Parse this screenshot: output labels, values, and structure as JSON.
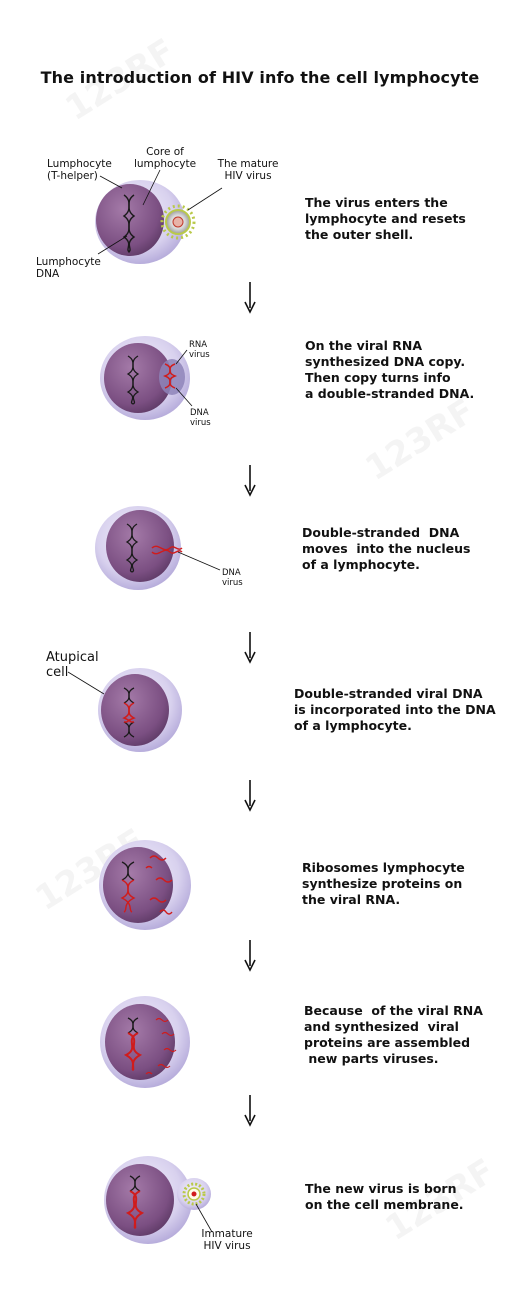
{
  "title": "The  introduction of HIV info the cell lymphocyte",
  "labels": {
    "lymphocyte": "Lumphocyte\n(T-helper)",
    "core": "Core of\nlumphocyte",
    "mature_virus": "The mature\nHIV virus",
    "lymphocyte_dna": "Lumphocyte\nDNA",
    "rna_virus": "RNA\nvirus",
    "dna_virus_1": "DNA\nvirus",
    "dna_virus_2": "DNA\nvirus",
    "atypical_cell": "Atupical\ncell",
    "immature_virus": "Immature\nHIV virus"
  },
  "steps": [
    {
      "text": "The virus enters the\nlymphocyte and resets\nthe outer shell."
    },
    {
      "text": "On the viral RNA\nsynthesized DNA copy.\nThen copy turns info\na double-stranded DNA."
    },
    {
      "text": "Double-stranded  DNA\nmoves  into the nucleus\nof a lymphocyte."
    },
    {
      "text": "Double-stranded viral DNA\nis incorporated into the DNA\nof a lymphocyte."
    },
    {
      "text": "Ribosomes lymphocyte\nsynthesize proteins on\nthe viral RNA."
    },
    {
      "text": "Because  of the viral RNA\nand synthesized  viral\nproteins are assembled\n new parts viruses."
    },
    {
      "text": "The new virus is born\non the cell membrane."
    }
  ],
  "colors": {
    "cell_outer": "#d9d4ee",
    "cell_nucleus": "#8a5f8f",
    "viral_dna": "#d01c1c",
    "host_dna": "#1a1a1a",
    "virus_shell": "#b9c94a"
  }
}
